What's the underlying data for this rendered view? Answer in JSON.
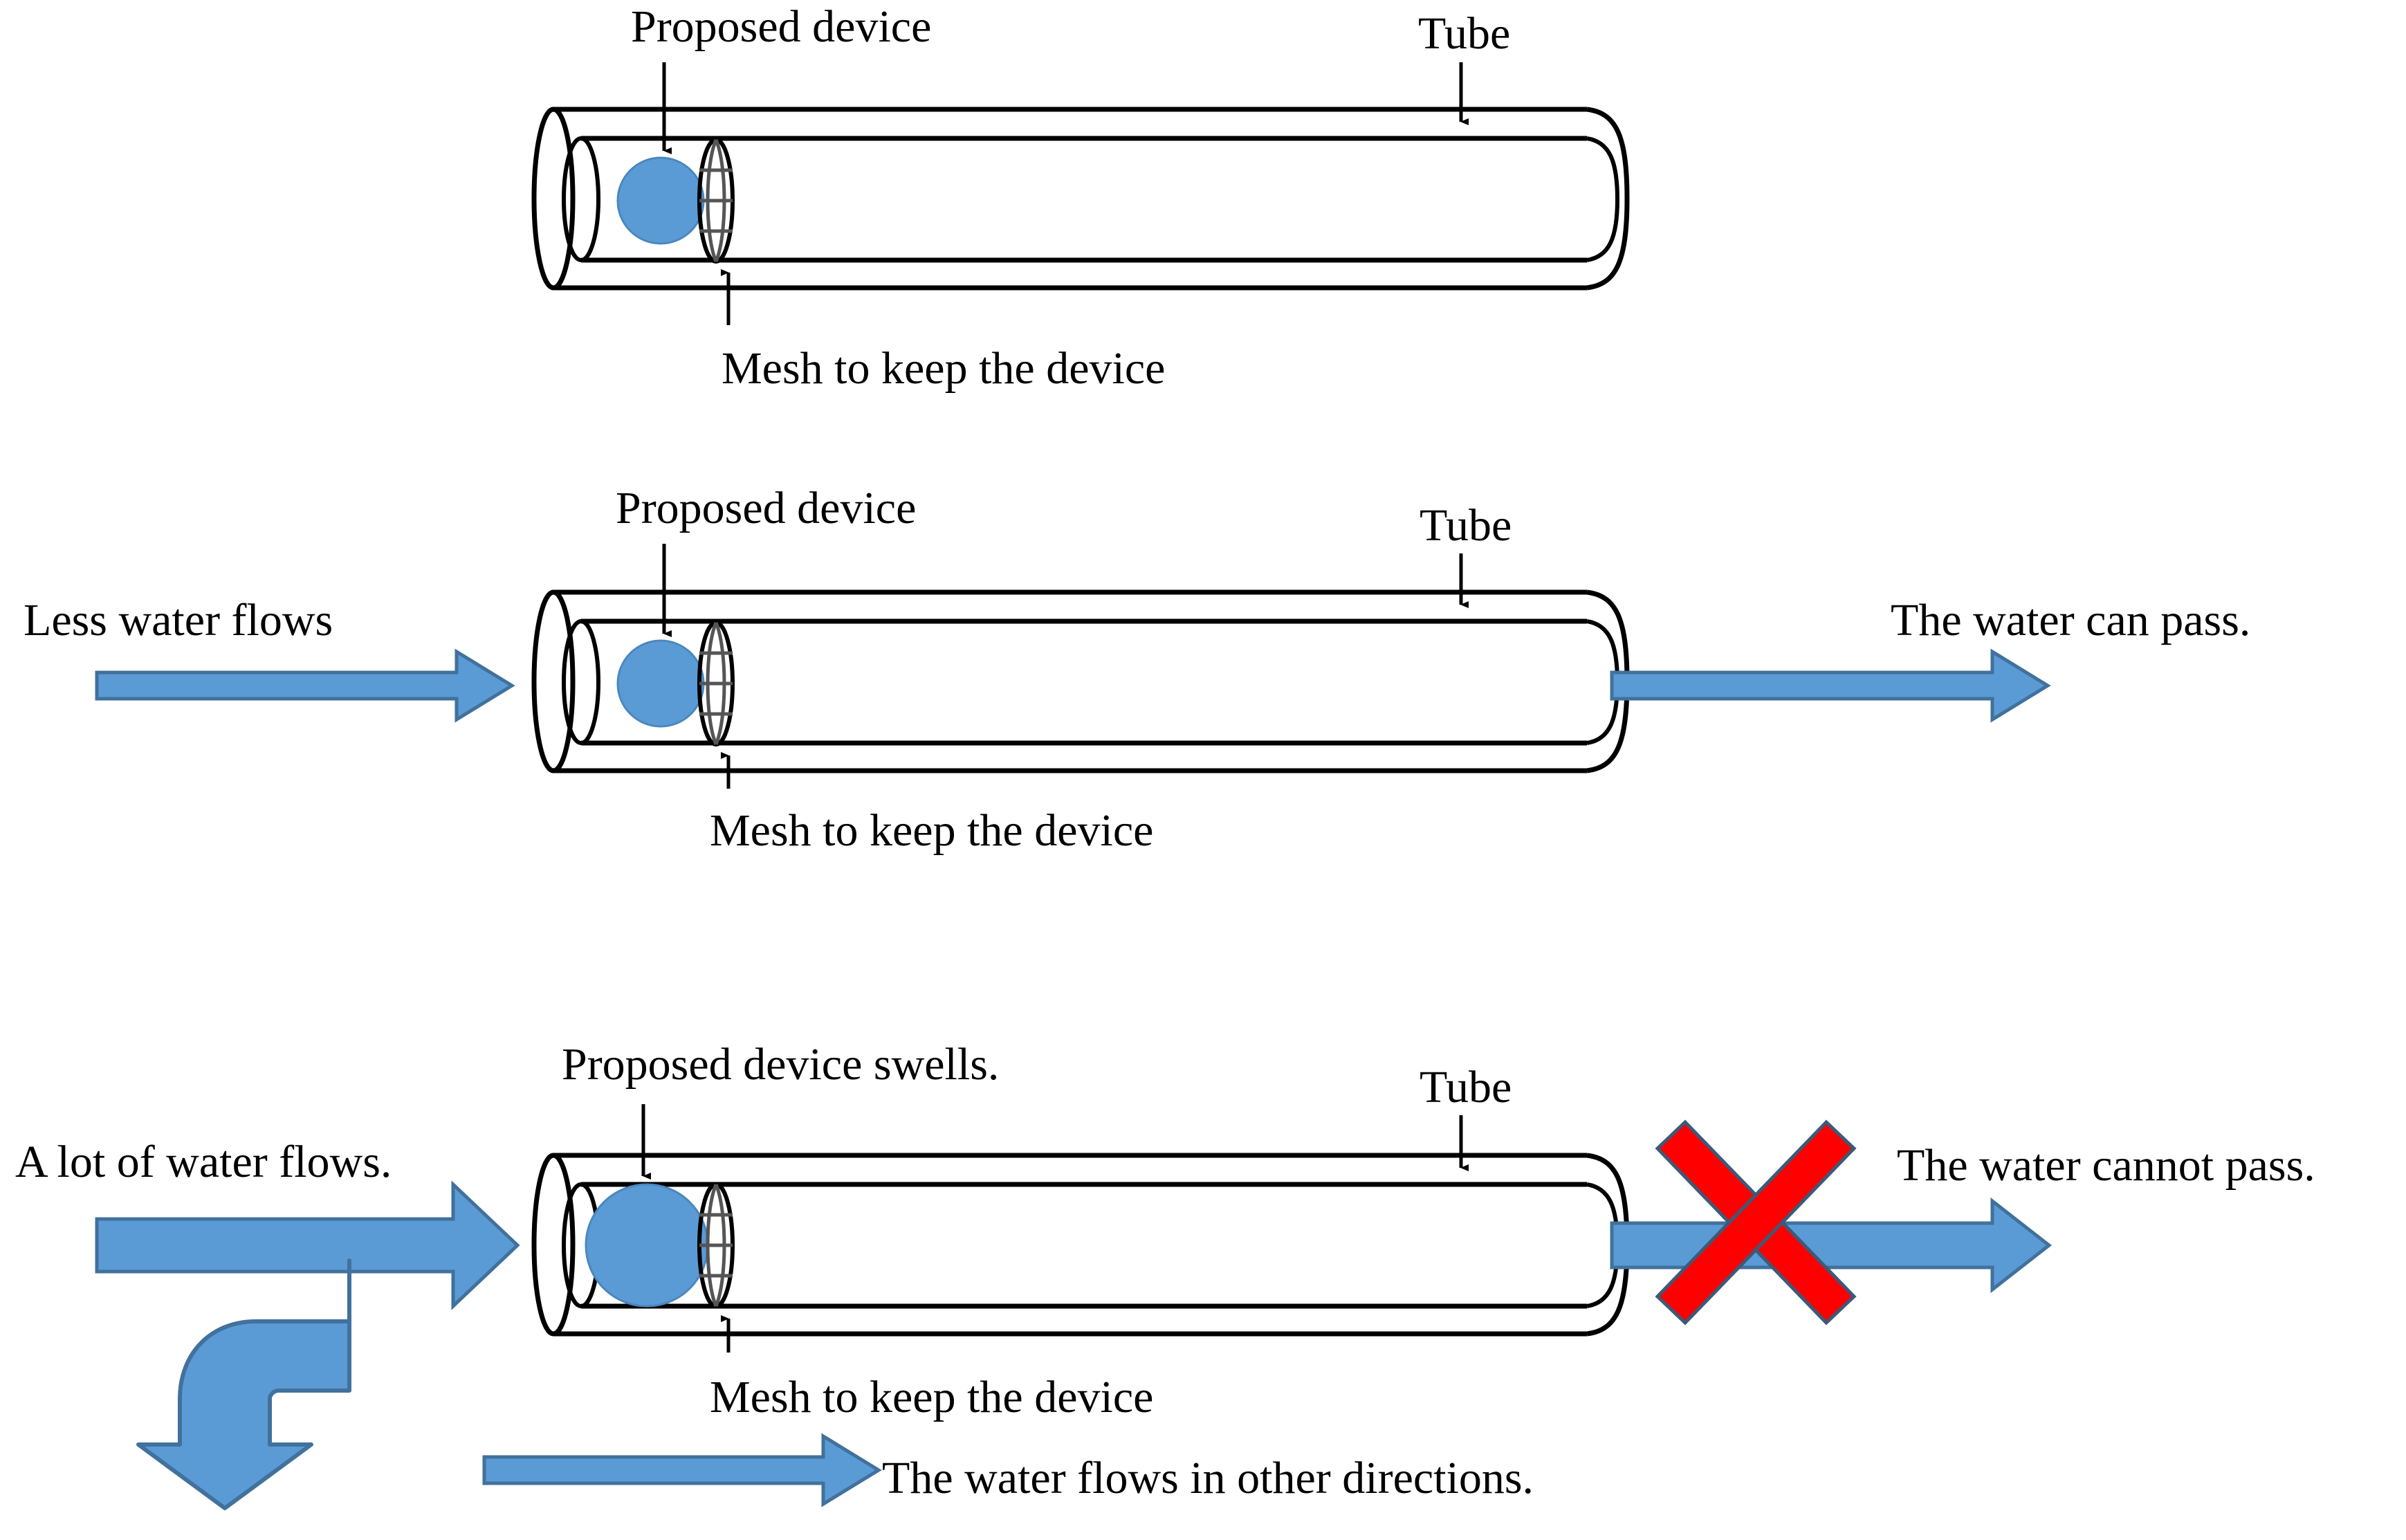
{
  "figure": {
    "type": "schematic-diagram",
    "subject": "Hydrogel swelling valve inside a tube",
    "background_color": "#ffffff",
    "colors": {
      "device_blue": "#5B9BD5",
      "arrow_blue": "#5B9BD5",
      "arrow_blue_border": "#41719C",
      "cross_red": "#FF0000",
      "cross_border": "#3C5A78",
      "line_black": "#000000"
    }
  },
  "panels": [
    {
      "id": "panel-1",
      "state": "rest",
      "labels": {
        "device": "Proposed device",
        "tube": "Tube",
        "mesh": "Mesh to keep the device"
      },
      "left_text": "",
      "right_text": "",
      "blocked": false
    },
    {
      "id": "panel-2",
      "state": "low-flow",
      "labels": {
        "device": "Proposed device",
        "tube": "Tube",
        "mesh": "Mesh to keep the device"
      },
      "left_text": "Less water flows",
      "right_text": "The water can pass.",
      "blocked": false
    },
    {
      "id": "panel-3",
      "state": "high-flow-swollen",
      "labels": {
        "device": "Proposed device swells.",
        "tube": "Tube",
        "mesh": "Mesh to keep the device"
      },
      "left_text": "A lot of water flows.",
      "right_text": "The water cannot pass.",
      "bypass_text": "The water flows in other directions.",
      "blocked": true
    }
  ],
  "icons": {
    "leader_arrow": "leader-arrow-icon",
    "flow_arrow": "flow-arrow-icon",
    "uturn_arrow": "uturn-arrow-icon",
    "block_cross": "red-cross-icon",
    "mesh": "mesh-screen-icon",
    "device": "device-sphere-icon",
    "tube": "tube-cylinder-icon"
  }
}
